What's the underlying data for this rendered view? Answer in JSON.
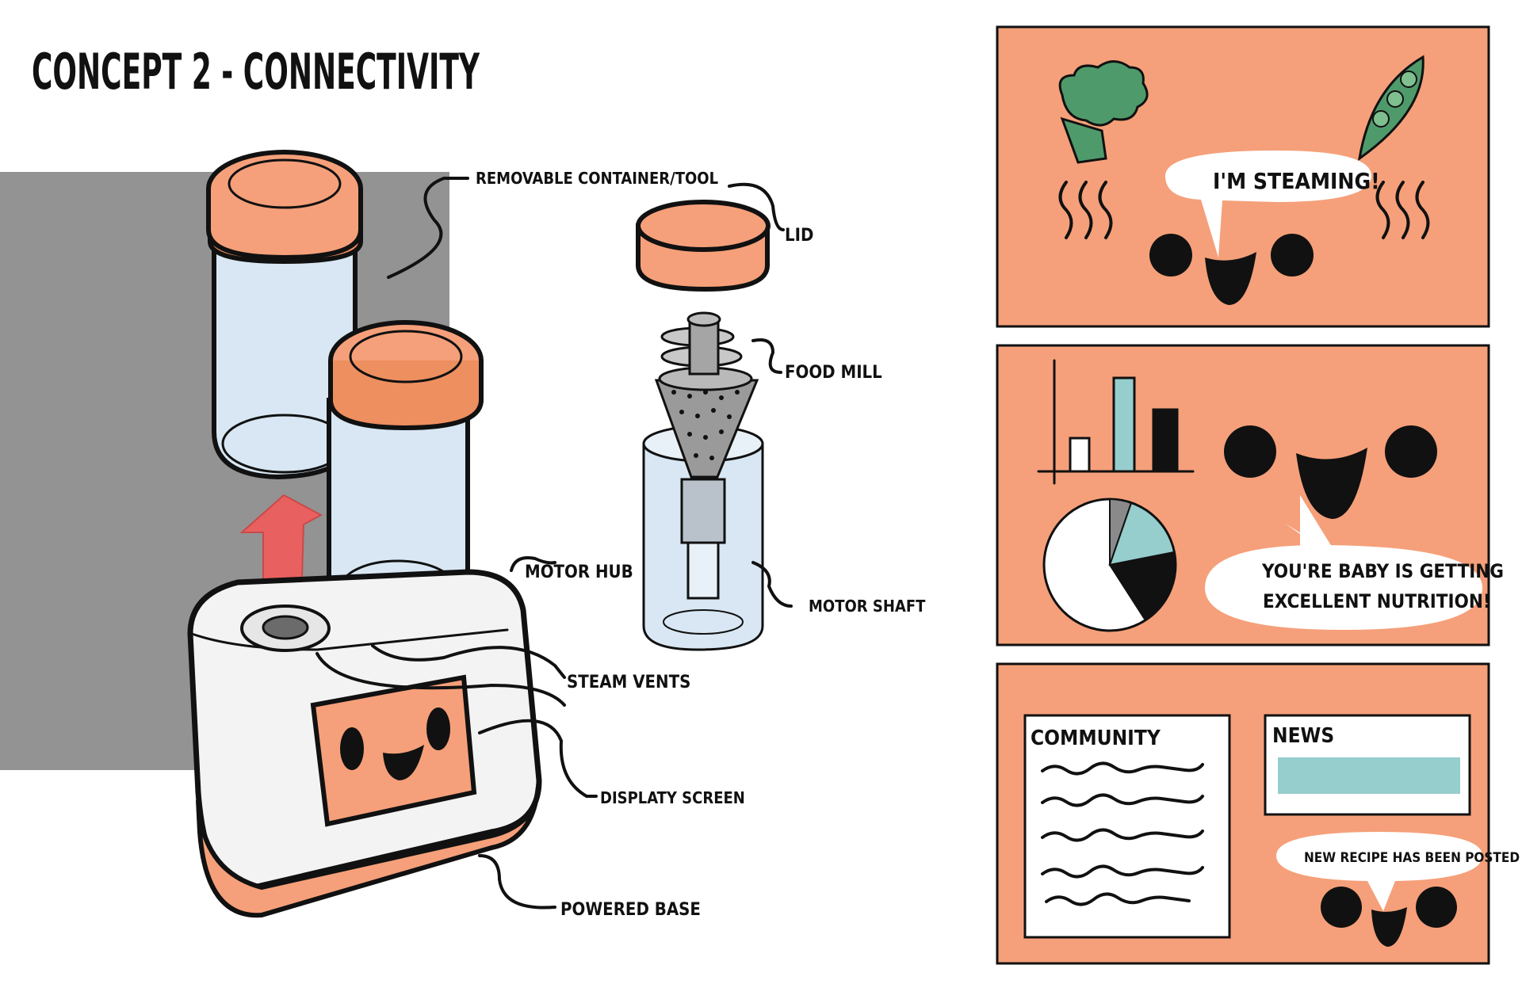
{
  "title": "CONCEPT 2 - CONNECTIVITY",
  "colors": {
    "orange": "#f5a07a",
    "orange_dark": "#ee8f5f",
    "glass": "#d8e7f3",
    "grey_panel": "#939393",
    "teal": "#96cdcd",
    "red_arrow": "#e8605f",
    "outline": "#111111"
  },
  "labels": {
    "removable_container": "REMOVABLE CONTAINER/TOOL",
    "lid": "LID",
    "food_mill": "FOOD MILL",
    "motor_hub": "MOTOR HUB",
    "steam_vents": "STEAM VENTS",
    "motor_shaft": "MOTOR SHAFT",
    "display_screen": "DISPLATY SCREEN",
    "powered_base": "POWERED BASE"
  },
  "panels": {
    "steaming": {
      "bubble": "I'M STEAMING!",
      "icons": [
        "broccoli-icon",
        "peapod-icon",
        "steam-icon"
      ]
    },
    "nutrition": {
      "bubble_line1": "YOU'RE BABY IS GETTING",
      "bubble_line2": "EXCELLENT NUTRITION!",
      "icons": [
        "bar-chart-icon",
        "pie-chart-icon"
      ]
    },
    "community": {
      "community_title": "COMMUNITY",
      "news_title": "NEWS",
      "bubble": "NEW RECIPE HAS BEEN POSTED"
    }
  }
}
